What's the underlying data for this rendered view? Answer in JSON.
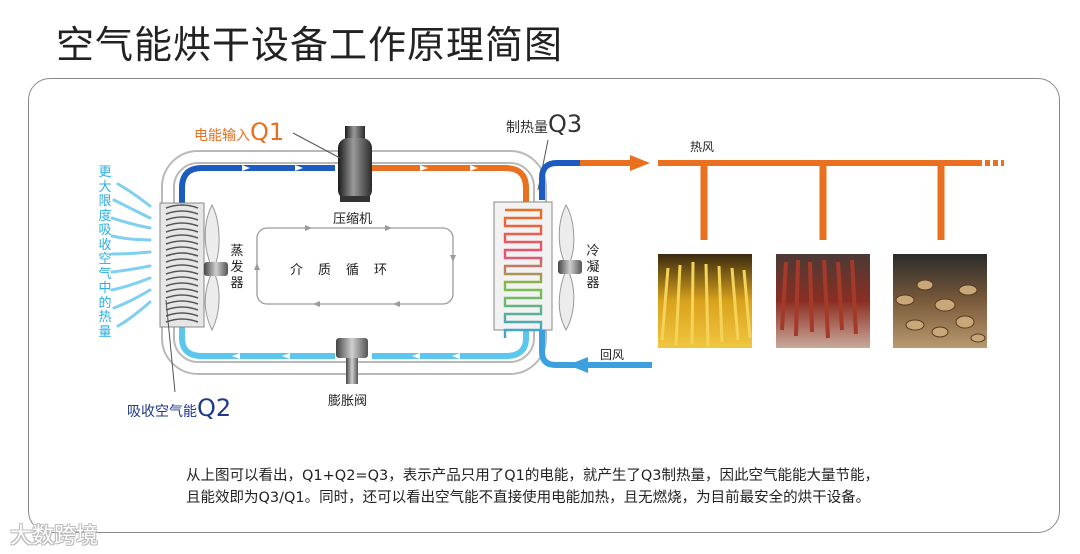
{
  "title": "空气能烘干设备工作原理简图",
  "labels": {
    "q1_prefix": "电能输入",
    "q1_mark": "Q1",
    "q3_prefix": "制热量",
    "q3_mark": "Q3",
    "q2_prefix": "吸收空气能",
    "q2_mark": "Q2",
    "compressor": "压缩机",
    "expansion_valve": "膨胀阀",
    "evaporator": "蒸发器",
    "condenser": "冷凝器",
    "medium_cycle": "介质循环",
    "hot_air": "热风",
    "return_air": "回风",
    "absorb_heat": "更大限度吸收空气中的热量"
  },
  "caption": {
    "line1": "从上图可以看出，Q1+Q2=Q3，表示产品只用了Q1的电能，就产生了Q3制热量，因此空气能能大量节能，",
    "line2": "且能效即为Q3/Q1。同时，还可以看出空气能不直接使用电能加热，且无燃烧，为目前最安全的烘干设备。"
  },
  "watermark": "大数跨境",
  "icons": [
    "compressor-icon",
    "expansion-valve-icon",
    "evaporator-coil-icon",
    "condenser-coil-icon",
    "fan-icon"
  ],
  "colors": {
    "hot_pipe": "#e8701f",
    "cold_pipe_dark": "#1c5bbf",
    "cold_pipe_light": "#5bc6ee",
    "text_orange": "#e8701f",
    "text_navy": "#1f3a8a",
    "text_cyan": "#2aaee0"
  }
}
